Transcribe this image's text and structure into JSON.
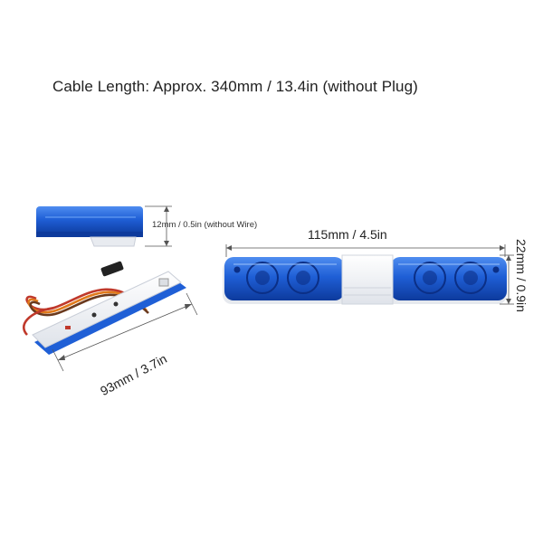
{
  "caption": "Cable Length: Approx. 340mm / 13.4in (without Plug)",
  "dimensions": {
    "height_small": "12mm / 0.5in (without Wire)",
    "length": "115mm / 4.5in",
    "height": "22mm / 0.9in",
    "base_length": "93mm / 3.7in"
  },
  "colors": {
    "lens_blue": "#1f5fd6",
    "lens_dark": "#0d3a9c",
    "body_white": "#f2f4f8",
    "wire_red": "#c0392b",
    "wire_orange": "#e07a1c",
    "wire_brown": "#6b3a1e"
  }
}
